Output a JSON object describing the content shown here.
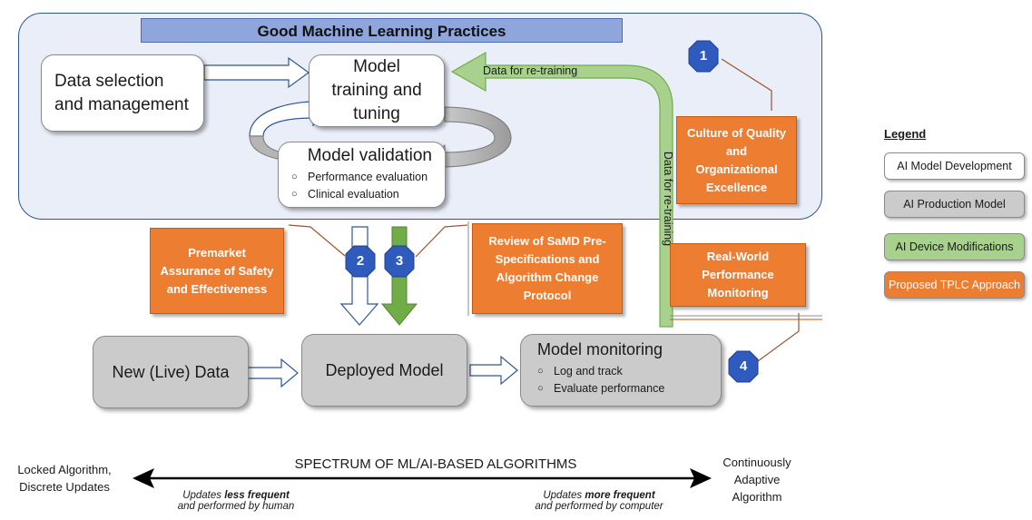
{
  "banner": "Good Machine Learning Practices",
  "boxes": {
    "data_selection": "Data selection and management",
    "model_training": "Model training and tuning",
    "model_validation": "Model validation",
    "validation_items": [
      "Performance evaluation",
      "Clinical evaluation"
    ],
    "new_live_data": "New (Live) Data",
    "deployed_model": "Deployed Model",
    "model_monitoring": "Model monitoring",
    "monitoring_items": [
      "Log and track",
      "Evaluate performance"
    ]
  },
  "arrow_labels": {
    "retraining_horizontal": "Data for re-training",
    "retraining_vertical": "Data for re-training"
  },
  "tplc": {
    "culture": "Culture of Quality and Organizational Excellence",
    "premarket": "Premarket Assurance of Safety and Effectiveness",
    "review": "Review of SaMD Pre-Specifications and Algorithm Change Protocol",
    "real_world": "Real-World Performance Monitoring"
  },
  "markers": [
    "1",
    "2",
    "3",
    "4"
  ],
  "legend": {
    "title": "Legend",
    "items": [
      {
        "label": "AI Model Development",
        "color": "#ffffff"
      },
      {
        "label": "AI Production Model",
        "color": "#cbcbcb"
      },
      {
        "label": "AI Device Modifications",
        "color": "#a9d18e"
      },
      {
        "label": "Proposed TPLC Approach",
        "color": "#ed7d31"
      }
    ]
  },
  "spectrum": {
    "title": "SPECTRUM OF ML/AI-BASED ALGORITHMS",
    "left_label": "Locked Algorithm, Discrete Updates",
    "right_label": "Continuously Adaptive Algorithm",
    "left_note": {
      "prefix": "Updates ",
      "emph": "less frequent",
      "line2": "and performed by human"
    },
    "right_note": {
      "prefix": "Updates ",
      "emph": "more frequent",
      "line2": "and performed by computer"
    }
  },
  "colors": {
    "panel_border": "#2f5597",
    "banner": "#8fa6dc",
    "orange": "#ed7d31",
    "green": "#a9d18e",
    "hex_blue": "#2f5bbf"
  }
}
